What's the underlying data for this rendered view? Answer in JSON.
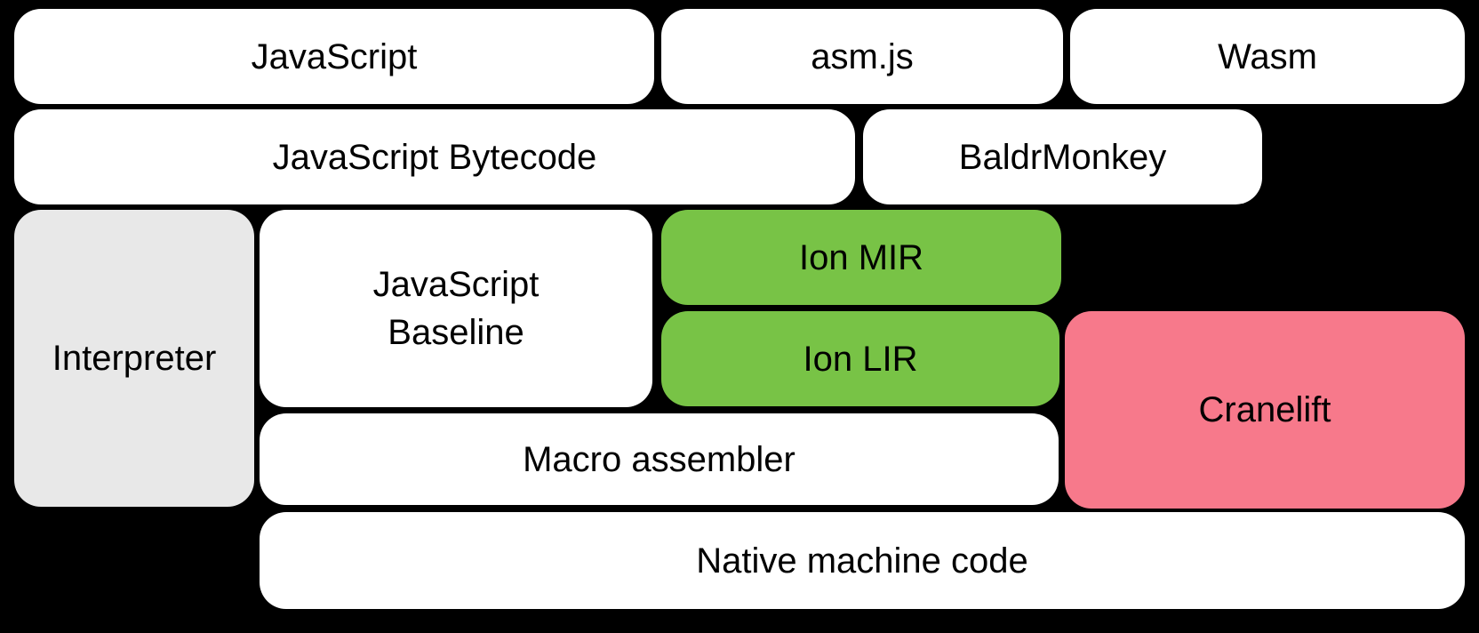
{
  "colors": {
    "background": "#000000",
    "text": "#000000",
    "white": "#ffffff",
    "gray": "#e8e8e8",
    "green": "#78c346",
    "pink": "#f7798b"
  },
  "nodes": [
    {
      "id": "javascript",
      "label": "JavaScript",
      "color": "white"
    },
    {
      "id": "asmjs",
      "label": "asm.js",
      "color": "white"
    },
    {
      "id": "wasm",
      "label": "Wasm",
      "color": "white"
    },
    {
      "id": "javascript-bytecode",
      "label": "JavaScript Bytecode",
      "color": "white"
    },
    {
      "id": "baldrmonkey",
      "label": "BaldrMonkey",
      "color": "white"
    },
    {
      "id": "interpreter",
      "label": "Interpreter",
      "color": "gray"
    },
    {
      "id": "javascript-baseline",
      "label": "JavaScript\nBaseline",
      "color": "white"
    },
    {
      "id": "ion-mir",
      "label": "Ion MIR",
      "color": "green"
    },
    {
      "id": "ion-lir",
      "label": "Ion LIR",
      "color": "green"
    },
    {
      "id": "cranelift",
      "label": "Cranelift",
      "color": "pink"
    },
    {
      "id": "macro-assembler",
      "label": "Macro assembler",
      "color": "white"
    },
    {
      "id": "native-machine-code",
      "label": "Native machine code",
      "color": "white"
    }
  ]
}
